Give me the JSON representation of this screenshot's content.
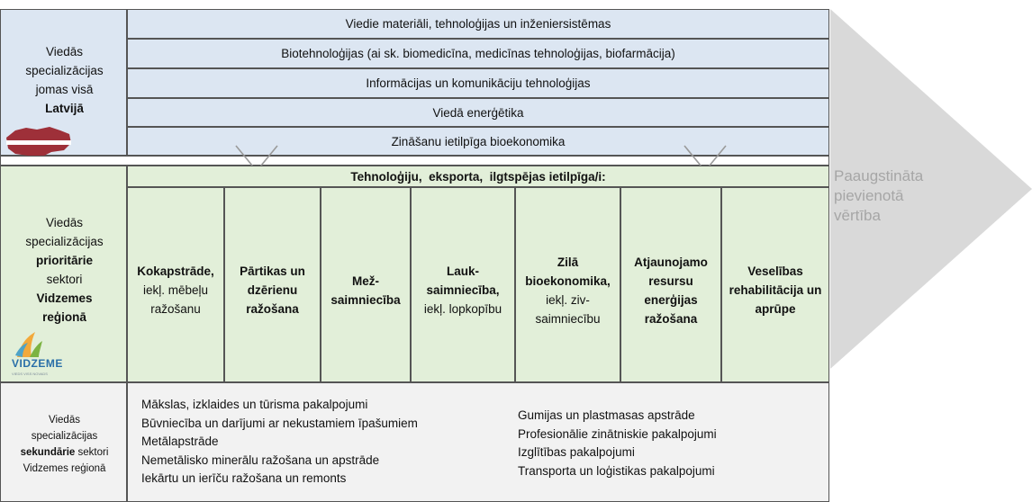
{
  "arrow": {
    "label_lines": [
      "Paaugstināta",
      "pievienotā",
      "vērtība"
    ],
    "color": "#d9d9d9",
    "text_color": "#a6a6a6"
  },
  "latvia": {
    "label_lines": [
      "Viedās",
      "specializācijas",
      "jomas visā"
    ],
    "label_bold": "Latvijā",
    "bands": [
      "Viedie materiāli, tehnoloģijas un inženiersistēmas",
      "Biotehnoloģijas (ai sk. biomedicīna, medicīnas tehnoloģijas, biofarmācija)",
      "Informācijas un komunikāciju tehnoloģijas",
      "Viedā enerģētika",
      "Zināšanu ietilpīga bioekonomika"
    ],
    "bg": "#dce6f2"
  },
  "vidzeme": {
    "label_lines": [
      {
        "text": "Viedās",
        "bold": false
      },
      {
        "text": "specializācijas",
        "bold": false
      },
      {
        "text": "prioritārie",
        "bold": true
      },
      {
        "text": "sektori",
        "bold": false
      },
      {
        "text": "Vidzemes",
        "bold": true
      },
      {
        "text": "reģionā",
        "bold": true
      }
    ],
    "header": "Tehnoloģiju,  eksporta,  ilgtspējas ietilpīga/i:",
    "columns": [
      {
        "bold": [
          "Kokapstrāde,"
        ],
        "normal": [
          "iekļ. mēbeļu",
          "ražošanu"
        ]
      },
      {
        "bold": [
          "Pārtikas un",
          "dzērienu",
          "ražošana"
        ],
        "normal": []
      },
      {
        "bold": [
          "Mež-",
          "saimniecība"
        ],
        "normal": []
      },
      {
        "bold": [
          "Lauk-",
          "saimniecība,"
        ],
        "normal": [
          "iekļ. lopkopību"
        ]
      },
      {
        "bold": [
          "Zilā",
          "bioekonomika,"
        ],
        "normal": [
          "iekļ. ziv-",
          "saimniecību"
        ]
      },
      {
        "bold": [
          "Atjaunojamo",
          "resursu",
          "enerģijas",
          "ražošana"
        ],
        "normal": []
      },
      {
        "bold": [
          "Veselības",
          "rehabilitācija un",
          "aprūpe"
        ],
        "normal": []
      }
    ],
    "logo_text": "VIDZEME",
    "logo_sub": "VIEDS VISS NOVADS",
    "bg": "#e2efd9"
  },
  "secondary": {
    "label_pre": [
      "Viedās",
      "specializācijas"
    ],
    "label_bold": "sekundārie",
    "label_after_bold": " sektori",
    "label_last": "Vidzemes reģionā",
    "left_items": [
      "Mākslas, izklaides un tūrisma pakalpojumi",
      "Būvniecība un darījumi ar nekustamiem īpašumiem",
      "Metālapstrāde",
      "Nemetālisko minerālu ražošana un apstrāde",
      "Iekārtu un ierīču ražošana un remonts"
    ],
    "right_items": [
      "Gumijas un plastmasas apstrāde",
      "Profesionālie zinātniskie pakalpojumi",
      "Izglītības pakalpojumi",
      "Transporta un loģistikas pakalpojumi"
    ],
    "bg": "#f2f2f2"
  }
}
